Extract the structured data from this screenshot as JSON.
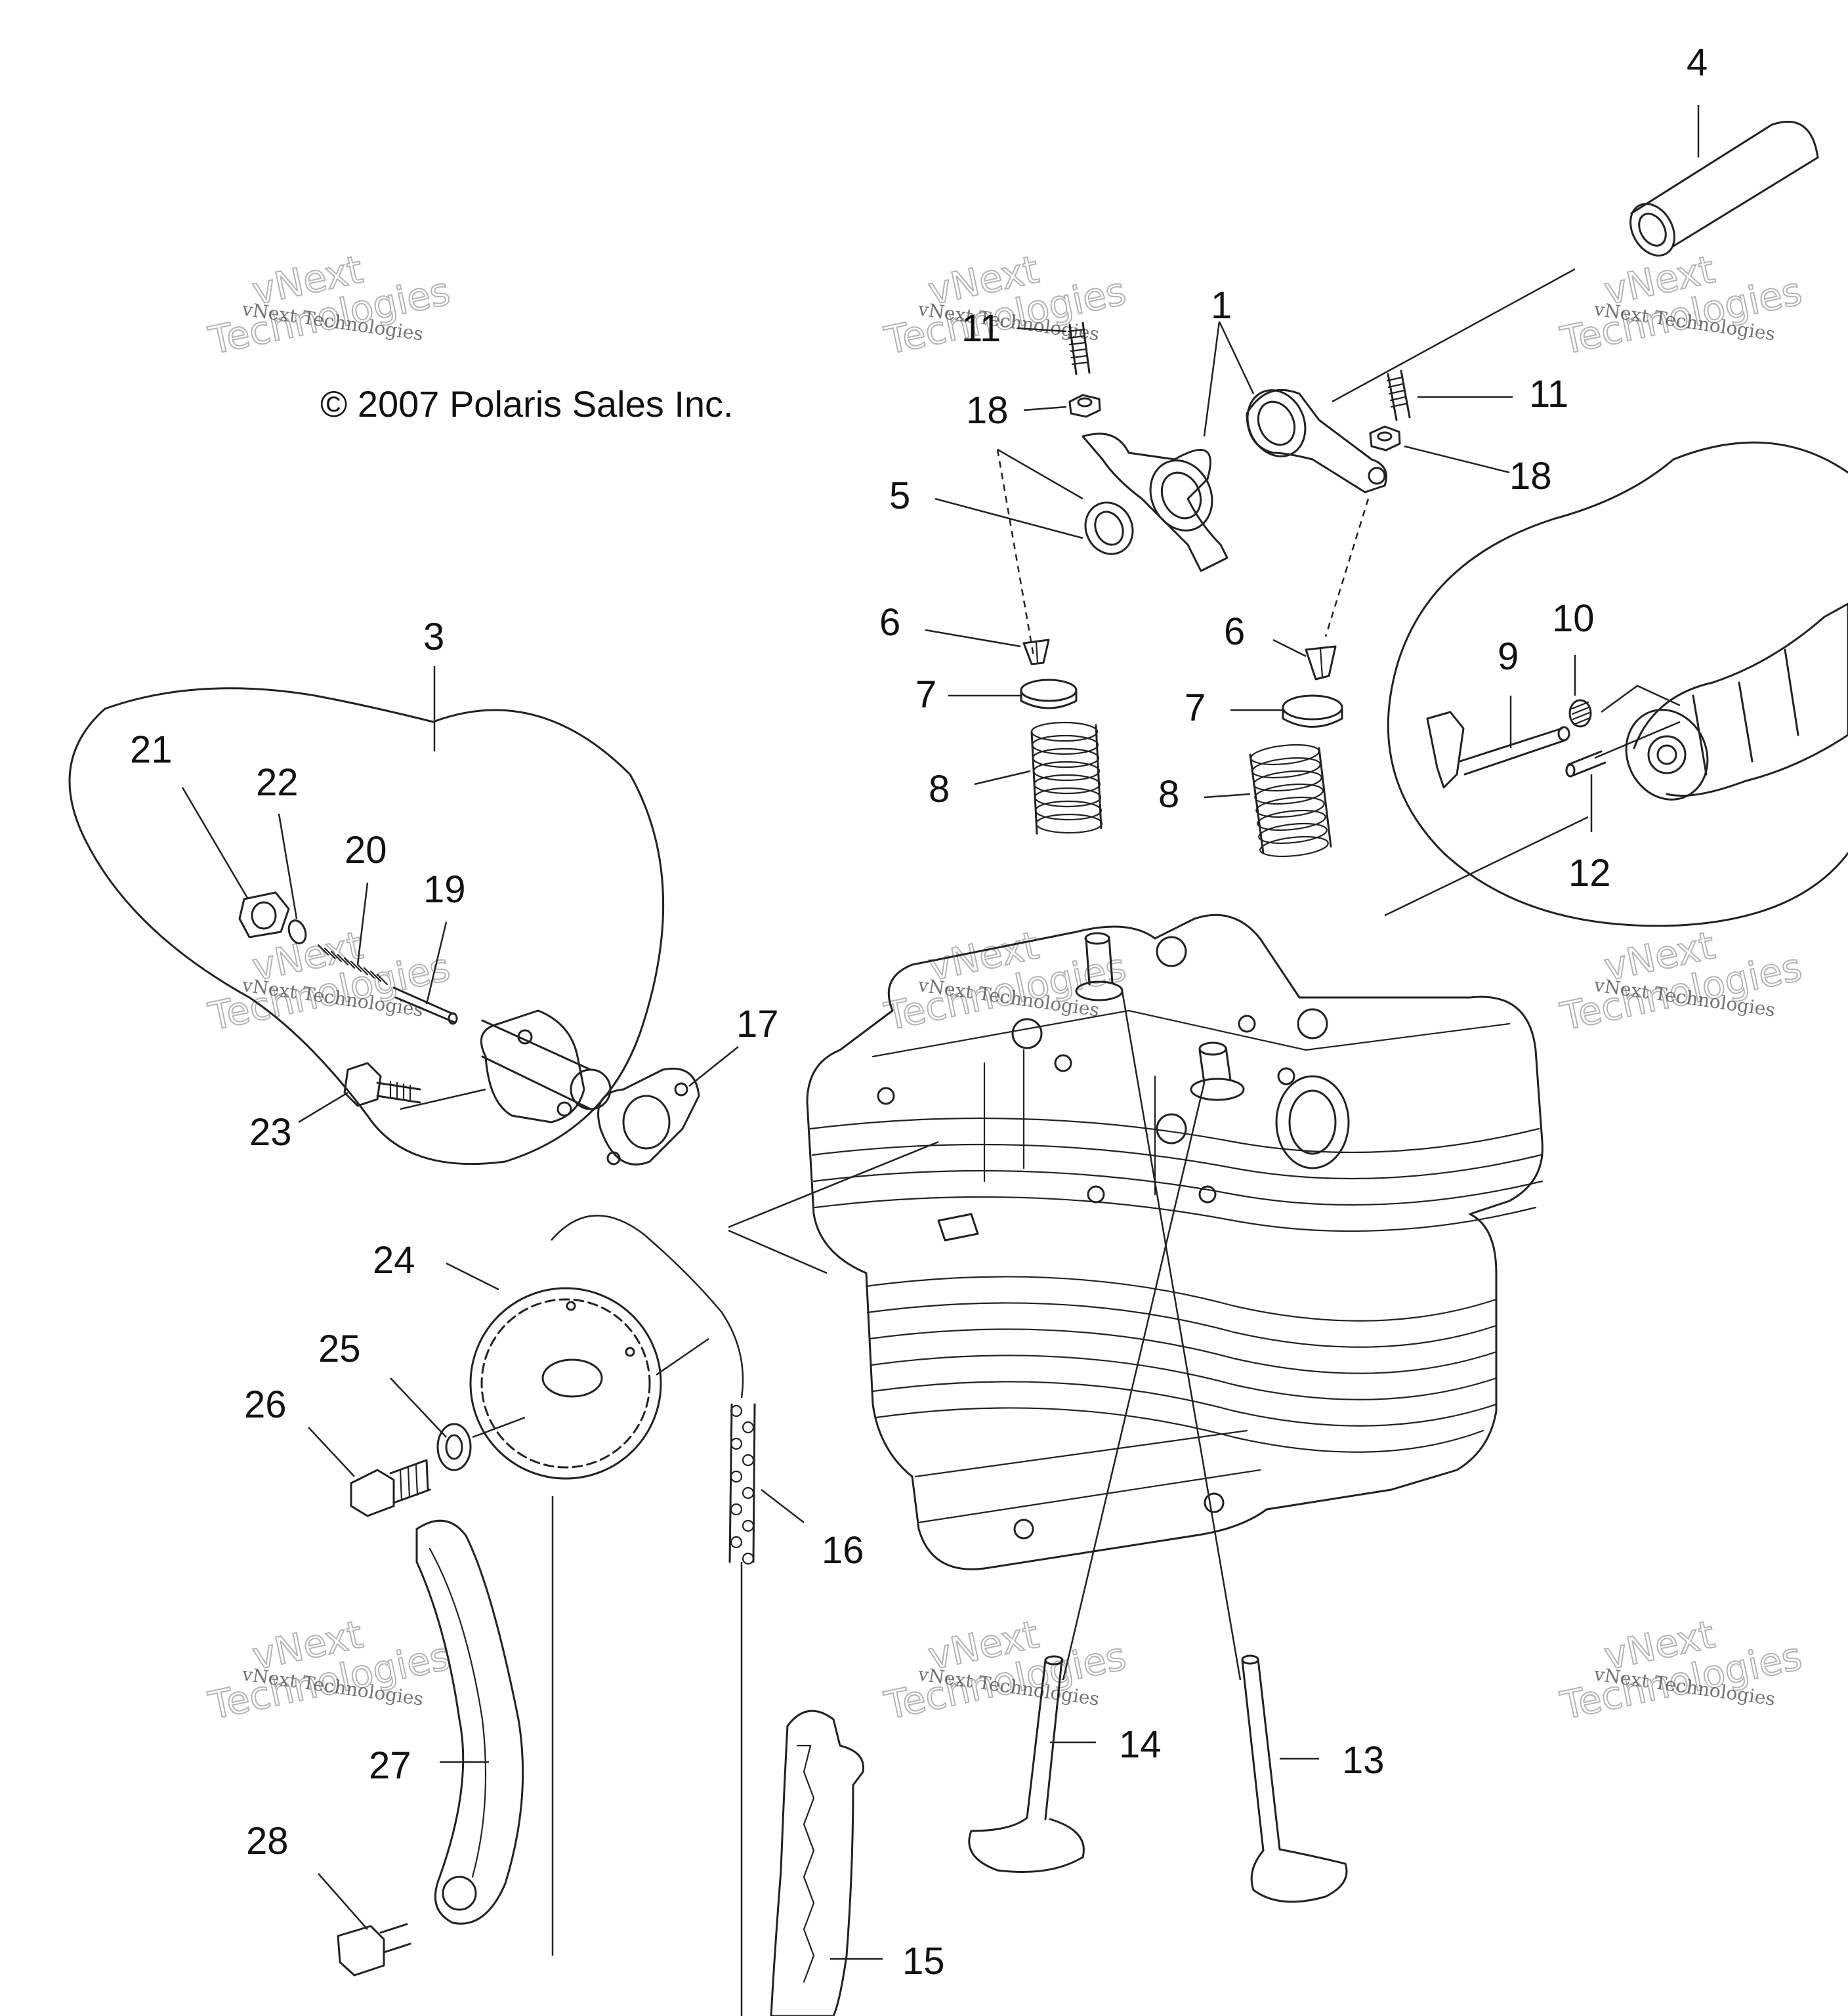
{
  "copyright": "© 2007 Polaris Sales Inc.",
  "watermark": {
    "small_text": "vNext Technologies",
    "big_line1": "vNext",
    "big_line2": "Technologies"
  },
  "callouts": [
    {
      "id": "c4",
      "label": "4"
    },
    {
      "id": "c1",
      "label": "1"
    },
    {
      "id": "c11a",
      "label": "11"
    },
    {
      "id": "c18a",
      "label": "18"
    },
    {
      "id": "c11b",
      "label": "11"
    },
    {
      "id": "c18b",
      "label": "18"
    },
    {
      "id": "c5",
      "label": "5"
    },
    {
      "id": "c6a",
      "label": "6"
    },
    {
      "id": "c6b",
      "label": "6"
    },
    {
      "id": "c7a",
      "label": "7"
    },
    {
      "id": "c7b",
      "label": "7"
    },
    {
      "id": "c8a",
      "label": "8"
    },
    {
      "id": "c8b",
      "label": "8"
    },
    {
      "id": "c9",
      "label": "9"
    },
    {
      "id": "c10",
      "label": "10"
    },
    {
      "id": "c12",
      "label": "12"
    },
    {
      "id": "c3",
      "label": "3"
    },
    {
      "id": "c21",
      "label": "21"
    },
    {
      "id": "c22",
      "label": "22"
    },
    {
      "id": "c20",
      "label": "20"
    },
    {
      "id": "c19",
      "label": "19"
    },
    {
      "id": "c17",
      "label": "17"
    },
    {
      "id": "c23",
      "label": "23"
    },
    {
      "id": "c24",
      "label": "24"
    },
    {
      "id": "c25",
      "label": "25"
    },
    {
      "id": "c26",
      "label": "26"
    },
    {
      "id": "c16",
      "label": "16"
    },
    {
      "id": "c27",
      "label": "27"
    },
    {
      "id": "c28",
      "label": "28"
    },
    {
      "id": "c14",
      "label": "14"
    },
    {
      "id": "c13",
      "label": "13"
    },
    {
      "id": "c15",
      "label": "15"
    }
  ]
}
